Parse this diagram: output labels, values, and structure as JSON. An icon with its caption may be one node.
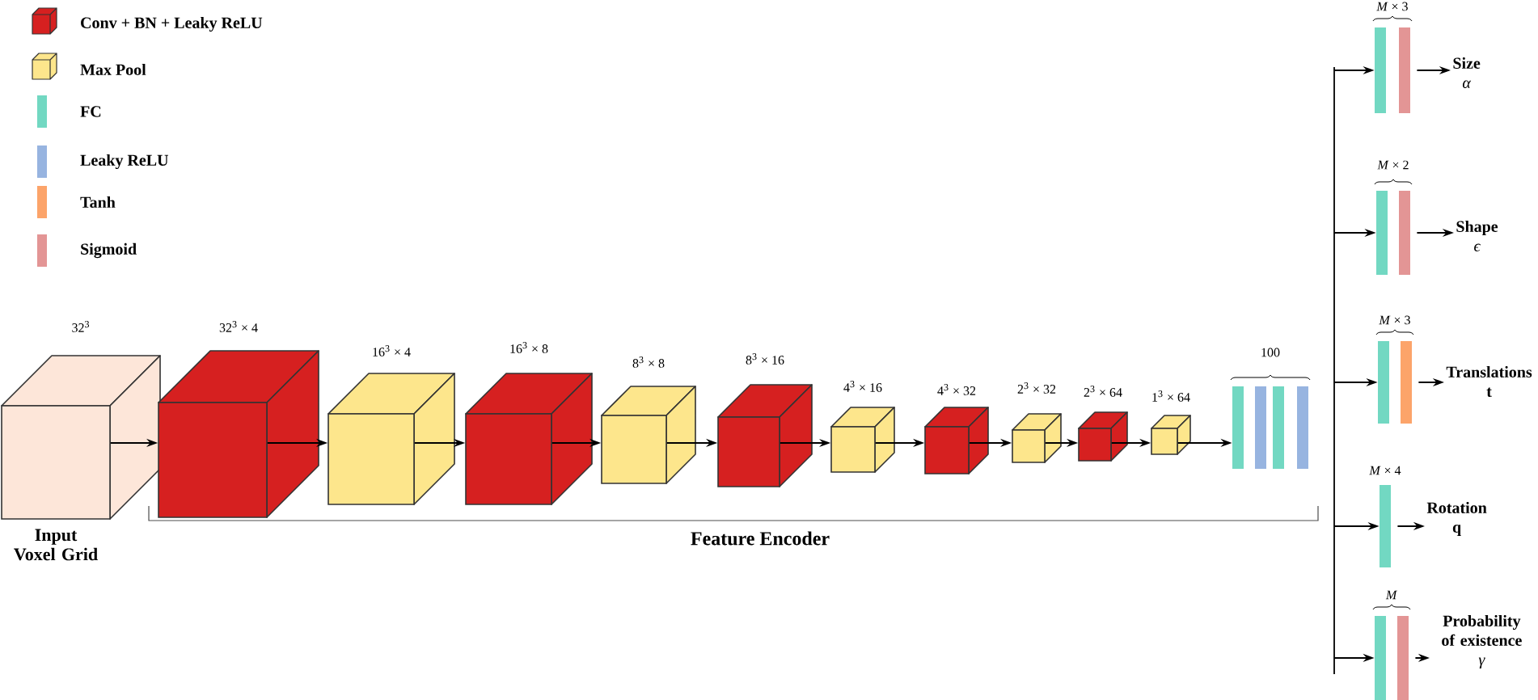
{
  "diagram": {
    "nodes": [
      {
        "text": [],
        "shape": "cube",
        "beside": [
          "32$^{3}$",
          "Input Voxel Grid"
        ]
      },
      {
        "text": [],
        "shape": "cube",
        "beside": [
          "32$^{3}$ × 4"
        ]
      },
      {
        "text": [],
        "shape": "cube",
        "beside": [
          "16$^{3}$ × 4"
        ]
      },
      {
        "text": [],
        "shape": "cube",
        "beside": [
          "16$^{3}$ × 8"
        ]
      },
      {
        "text": [],
        "shape": "cube",
        "beside": [
          "8$^{3}$ × 8"
        ]
      },
      {
        "text": [],
        "shape": "cube",
        "beside": [
          "8$^{3}$ × 16"
        ]
      },
      {
        "text": [],
        "shape": "cube",
        "beside": [
          "4$^{3}$ × 16"
        ]
      },
      {
        "text": [],
        "shape": "cube",
        "beside": [
          "4$^{3}$ × 32"
        ]
      },
      {
        "text": [],
        "shape": "cube",
        "beside": [
          "2$^{3}$ × 32"
        ]
      },
      {
        "text": [],
        "shape": "cube",
        "beside": [
          "2$^{3}$ × 64"
        ]
      },
      {
        "text": [],
        "shape": "cube",
        "beside": [
          "1$^{3}$ × 64"
        ]
      },
      {
        "text": [],
        "shape": "bar",
        "beside": [
          "100"
        ]
      },
      {
        "text": [],
        "shape": "bar",
        "beside": [
          "*M* × 3"
        ]
      },
      {
        "text": [],
        "shape": "bar",
        "beside": [
          "*M* × 2"
        ]
      },
      {
        "text": [],
        "shape": "bar",
        "beside": [
          "*M* × 3"
        ]
      },
      {
        "text": [],
        "shape": "bar",
        "beside": [
          "*M* × 4"
        ]
      },
      {
        "text": [],
        "shape": "bar",
        "beside": [
          "*M*"
        ]
      },
      {
        "text": [
          "Size",
          "α"
        ]
      },
      {
        "text": [
          "Shape",
          "ϵ"
        ]
      },
      {
        "text": [
          "Translations",
          "t"
        ]
      },
      {
        "text": [
          "Rotation",
          "q"
        ]
      },
      {
        "text": [
          "Probability of existence",
          "γ"
        ]
      }
    ],
    "edges": [
      {
        "from": 0,
        "to": 1,
        "arrow": "to"
      },
      {
        "from": 1,
        "to": 2,
        "arrow": "to"
      },
      {
        "from": 2,
        "to": 3,
        "arrow": "to"
      },
      {
        "from": 3,
        "to": 4,
        "arrow": "to"
      },
      {
        "from": 4,
        "to": 5,
        "arrow": "to"
      },
      {
        "from": 5,
        "to": 6,
        "arrow": "to"
      },
      {
        "from": 6,
        "to": 7,
        "arrow": "to"
      },
      {
        "from": 7,
        "to": 8,
        "arrow": "to"
      },
      {
        "from": 8,
        "to": 9,
        "arrow": "to"
      },
      {
        "from": 9,
        "to": 10,
        "arrow": "to"
      },
      {
        "from": 10,
        "to": 11,
        "arrow": "to"
      },
      {
        "from": null,
        "to": 12,
        "arrow": "to"
      },
      {
        "from": null,
        "to": 13,
        "arrow": "to"
      },
      {
        "from": null,
        "to": 14,
        "arrow": "to"
      },
      {
        "from": null,
        "to": 15,
        "arrow": "to"
      },
      {
        "from": null,
        "to": 16,
        "arrow": "to"
      },
      {
        "from": 12,
        "to": 17,
        "arrow": "to"
      },
      {
        "from": 13,
        "to": 18,
        "arrow": "to"
      },
      {
        "from": 14,
        "to": 19,
        "arrow": "to"
      },
      {
        "from": 15,
        "to": 20,
        "arrow": "to"
      },
      {
        "from": 16,
        "to": 21,
        "arrow": "to"
      }
    ],
    "labels": [
      "Feature Encoder"
    ],
    "legend": [
      {
        "text": "Conv + BN + Leaky ReLU",
        "color": "#d62020"
      },
      {
        "text": "Max Pool",
        "color": "#fde68c"
      },
      {
        "text": "FC",
        "color": "#72d8c2"
      },
      {
        "text": "Leaky ReLU",
        "color": "#97b4e0"
      },
      {
        "text": "Tanh",
        "color": "#fca46a"
      },
      {
        "text": "Sigmoid",
        "color": "#e39595"
      }
    ]
  }
}
